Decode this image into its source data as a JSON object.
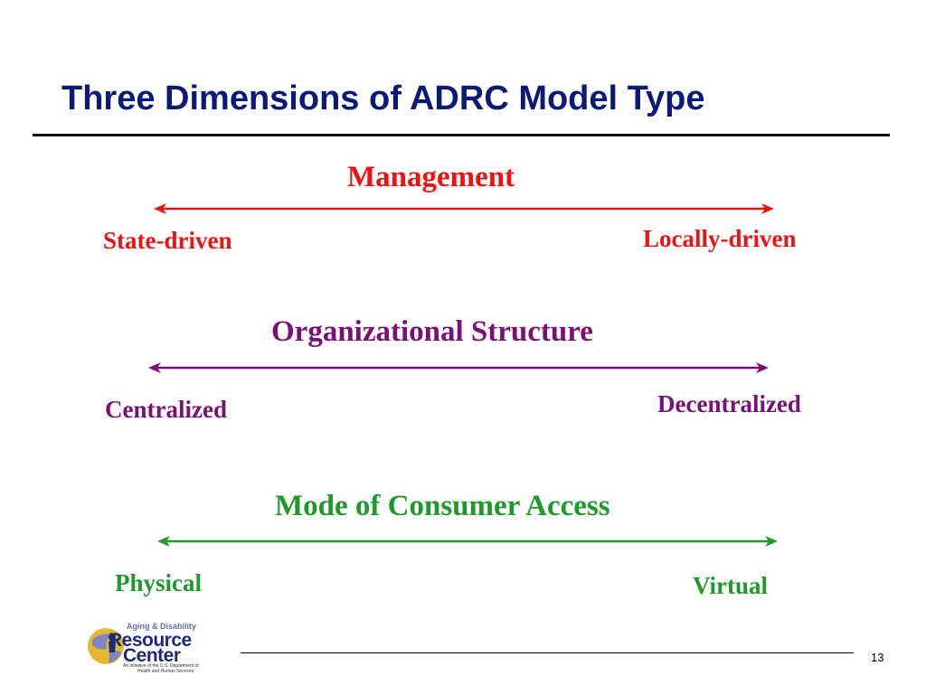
{
  "slide": {
    "title": "Three Dimensions of ADRC Model Type",
    "page_number": "13"
  },
  "dimensions": [
    {
      "title": "Management",
      "left_label": "State-driven",
      "right_label": "Locally-driven",
      "color": "#ee1111"
    },
    {
      "title": "Organizational Structure",
      "left_label": "Centralized",
      "right_label": "Decentralized",
      "color": "#7a0f78"
    },
    {
      "title": "Mode of Consumer Access",
      "left_label": "Physical",
      "right_label": "Virtual",
      "color": "#1e9a28"
    }
  ],
  "logo": {
    "top_text": "Aging & Disability",
    "line1": "Resource",
    "line2": "Center",
    "sub_line1": "An initiative of the U.S. Department of",
    "sub_line2": "Health and Human Services"
  },
  "colors": {
    "title": "#0b1a78",
    "rule": "#000000"
  }
}
